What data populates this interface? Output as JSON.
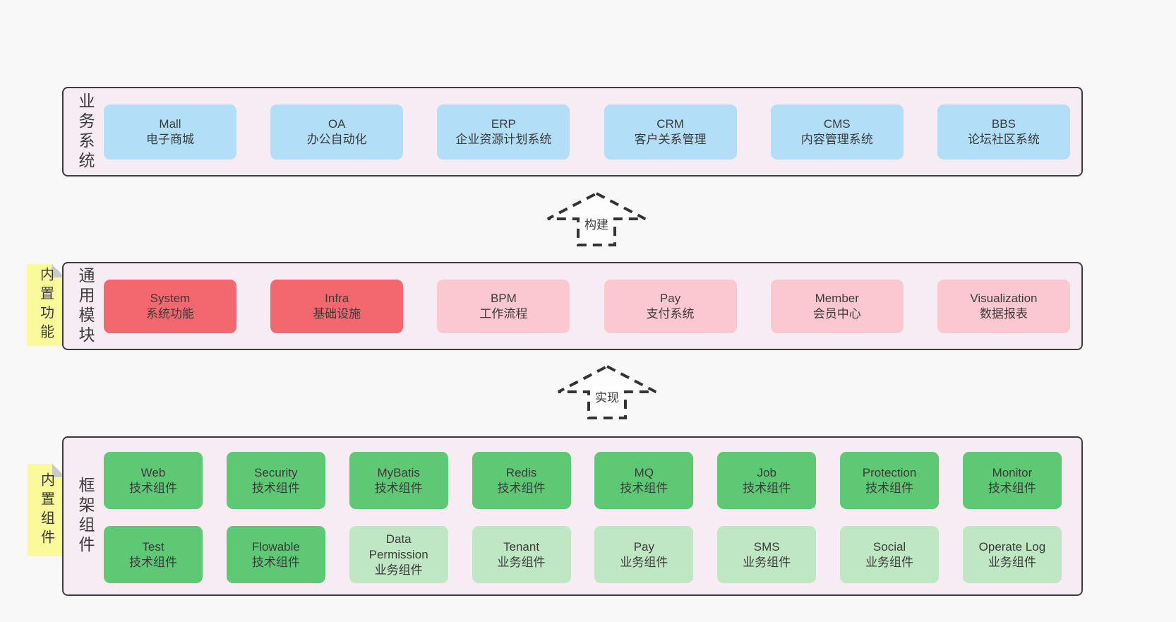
{
  "colors": {
    "page_bg": "#f8f8f8",
    "panel_bg": "#f8ecf4",
    "panel_border": "#3d3d3d",
    "blue": "#b2dff7",
    "red": "#f3686f",
    "pink": "#fcc8cf",
    "green": "#5fc875",
    "light_green": "#c0e7c4",
    "sticky": "#fafa9b",
    "fold": "#c9c9c9",
    "text": "#3b3b3b",
    "arrow_stroke": "#333333",
    "arrow_fill": "#fdfdfd"
  },
  "arrows": [
    {
      "label": "构建"
    },
    {
      "label": "实现"
    }
  ],
  "layers": {
    "business": {
      "label": "业务系统",
      "boxes": [
        {
          "title": "Mall",
          "subtitle": "电子商城",
          "variant": "blue"
        },
        {
          "title": "OA",
          "subtitle": "办公自动化",
          "variant": "blue"
        },
        {
          "title": "ERP",
          "subtitle": "企业资源计划系统",
          "variant": "blue"
        },
        {
          "title": "CRM",
          "subtitle": "客户关系管理",
          "variant": "blue"
        },
        {
          "title": "CMS",
          "subtitle": "内容管理系统",
          "variant": "blue"
        },
        {
          "title": "BBS",
          "subtitle": "论坛社区系统",
          "variant": "blue"
        }
      ]
    },
    "modules": {
      "label": "通用模块",
      "note": "内置功能",
      "boxes": [
        {
          "title": "System",
          "subtitle": "系统功能",
          "variant": "red"
        },
        {
          "title": "Infra",
          "subtitle": "基础设施",
          "variant": "red"
        },
        {
          "title": "BPM",
          "subtitle": "工作流程",
          "variant": "pink"
        },
        {
          "title": "Pay",
          "subtitle": "支付系统",
          "variant": "pink"
        },
        {
          "title": "Member",
          "subtitle": "会员中心",
          "variant": "pink"
        },
        {
          "title": "Visualization",
          "subtitle": "数据报表",
          "variant": "pink"
        }
      ]
    },
    "framework": {
      "label": "框架组件",
      "note": "内置组件",
      "rows": [
        [
          {
            "title": "Web",
            "subtitle": "技术组件",
            "variant": "green"
          },
          {
            "title": "Security",
            "subtitle": "技术组件",
            "variant": "green"
          },
          {
            "title": "MyBatis",
            "subtitle": "技术组件",
            "variant": "green"
          },
          {
            "title": "Redis",
            "subtitle": "技术组件",
            "variant": "green"
          },
          {
            "title": "MQ",
            "subtitle": "技术组件",
            "variant": "green"
          },
          {
            "title": "Job",
            "subtitle": "技术组件",
            "variant": "green"
          },
          {
            "title": "Protection",
            "subtitle": "技术组件",
            "variant": "green"
          },
          {
            "title": "Monitor",
            "subtitle": "技术组件",
            "variant": "green"
          }
        ],
        [
          {
            "title": "Test",
            "subtitle": "技术组件",
            "variant": "green"
          },
          {
            "title": "Flowable",
            "subtitle": "技术组件",
            "variant": "green"
          },
          {
            "title": "Data Permission",
            "subtitle": "业务组件",
            "variant": "light_green"
          },
          {
            "title": "Tenant",
            "subtitle": "业务组件",
            "variant": "light_green"
          },
          {
            "title": "Pay",
            "subtitle": "业务组件",
            "variant": "light_green"
          },
          {
            "title": "SMS",
            "subtitle": "业务组件",
            "variant": "light_green"
          },
          {
            "title": "Social",
            "subtitle": "业务组件",
            "variant": "light_green"
          },
          {
            "title": "Operate Log",
            "subtitle": "业务组件",
            "variant": "light_green"
          }
        ]
      ]
    }
  }
}
